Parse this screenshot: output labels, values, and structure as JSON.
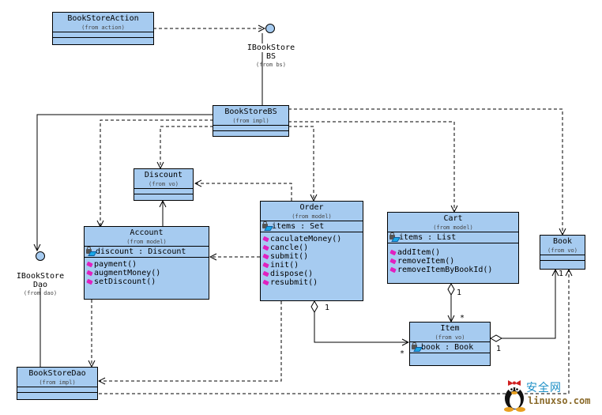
{
  "diagram": {
    "type": "UML class diagram",
    "classes": {
      "bookStoreAction": {
        "name": "BookStoreAction",
        "package": "(from action)"
      },
      "bookStoreBS": {
        "name": "BookStoreBS",
        "package": "(from impl)"
      },
      "discount": {
        "name": "Discount",
        "package": "(from vo)"
      },
      "account": {
        "name": "Account",
        "package": "(from model)",
        "attributes": [
          "discount : Discount"
        ],
        "operations": [
          "payment()",
          "augmentMoney()",
          "setDiscount()"
        ]
      },
      "order": {
        "name": "Order",
        "package": "(from model)",
        "attributes": [
          "items : Set"
        ],
        "operations": [
          "caculateMoney()",
          "cancle()",
          "submit()",
          "init()",
          "dispose()",
          "resubmit()"
        ]
      },
      "cart": {
        "name": "Cart",
        "package": "(from model)",
        "attributes": [
          "items : List"
        ],
        "operations": [
          "addItem()",
          "removeItem()",
          "removeItemByBookId()"
        ]
      },
      "book": {
        "name": "Book",
        "package": "(from vo)"
      },
      "item": {
        "name": "Item",
        "package": "(from vo)",
        "attributes": [
          "book : Book"
        ]
      },
      "bookStoreDao": {
        "name": "BookStoreDao",
        "package": "(from impl)"
      }
    },
    "interfaces": {
      "iBookStoreBS": {
        "name_line1": "IBookStore",
        "name_line2": "BS",
        "package": "(from bs)"
      },
      "iBookStoreDao": {
        "name_line1": "IBookStore",
        "name_line2": "Dao",
        "package": "(from dao)"
      }
    },
    "multiplicities": {
      "order_item_order_end": "1",
      "order_item_item_end": "*",
      "cart_item_cart_end": "1",
      "cart_item_item_end": "*",
      "item_book_item_end": "1",
      "item_book_book_end": "1"
    }
  },
  "watermark": {
    "chinese": "安全网",
    "url": "linuxso.com"
  }
}
